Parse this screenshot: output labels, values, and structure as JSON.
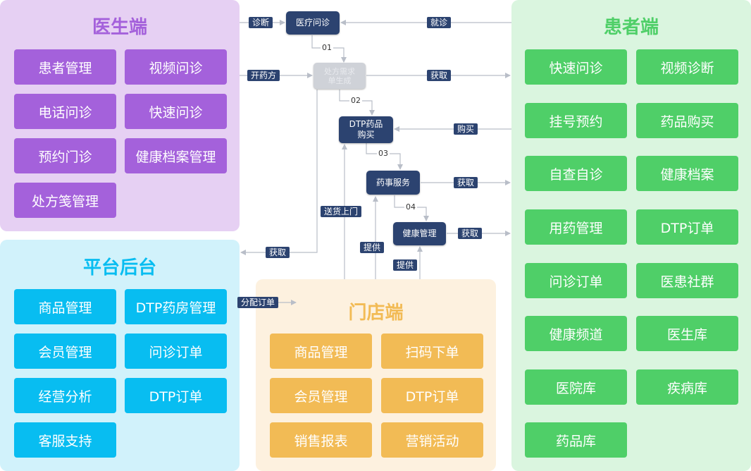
{
  "doctor": {
    "title": "医生端",
    "items": [
      "患者管理",
      "视频问诊",
      "电话问诊",
      "快速问诊",
      "预约门诊",
      "健康档案管理",
      "处方笺管理"
    ]
  },
  "platform": {
    "title": "平台后台",
    "items": [
      "商品管理",
      "DTP药房管理",
      "会员管理",
      "问诊订单",
      "经营分析",
      "DTP订单",
      "客服支持"
    ]
  },
  "store": {
    "title": "门店端",
    "items": [
      "商品管理",
      "扫码下单",
      "会员管理",
      "DTP订单",
      "销售报表",
      "营销活动"
    ]
  },
  "patient": {
    "title": "患者端",
    "items": [
      "快速问诊",
      "视频诊断",
      "挂号预约",
      "药品购买",
      "自查自诊",
      "健康档案",
      "用药管理",
      "DTP订单",
      "问诊订单",
      "医患社群",
      "健康频道",
      "医生库",
      "医院库",
      "疾病库",
      "药品库"
    ]
  },
  "flow": {
    "nodes": {
      "consult": "医疗问诊",
      "prescription": "处方需求单生成",
      "dtp_line1": "DTP药品",
      "dtp_line2": "购买",
      "pharmacy": "药事服务",
      "health": "健康管理"
    },
    "steps": [
      "01",
      "02",
      "03",
      "04"
    ],
    "labels": {
      "diagnose": "诊断",
      "visit": "就诊",
      "prescribe": "开药方",
      "obtain_rx": "获取",
      "buy": "购买",
      "obtain_pharmacy": "获取",
      "deliver": "送货上门",
      "obtain_health": "获取",
      "obtain_platform": "获取",
      "provide_1": "提供",
      "provide_2": "提供",
      "assign_order": "分配订单"
    }
  },
  "colors": {
    "doctor_panel": "#e6d0f3",
    "doctor_accent": "#a461db",
    "platform_panel": "#d1f2fb",
    "platform_accent": "#08bdf1",
    "store_panel": "#fdf1df",
    "store_accent": "#f2bb55",
    "patient_panel": "#daf5df",
    "patient_accent": "#4fcf68",
    "node": "#2c4370"
  }
}
